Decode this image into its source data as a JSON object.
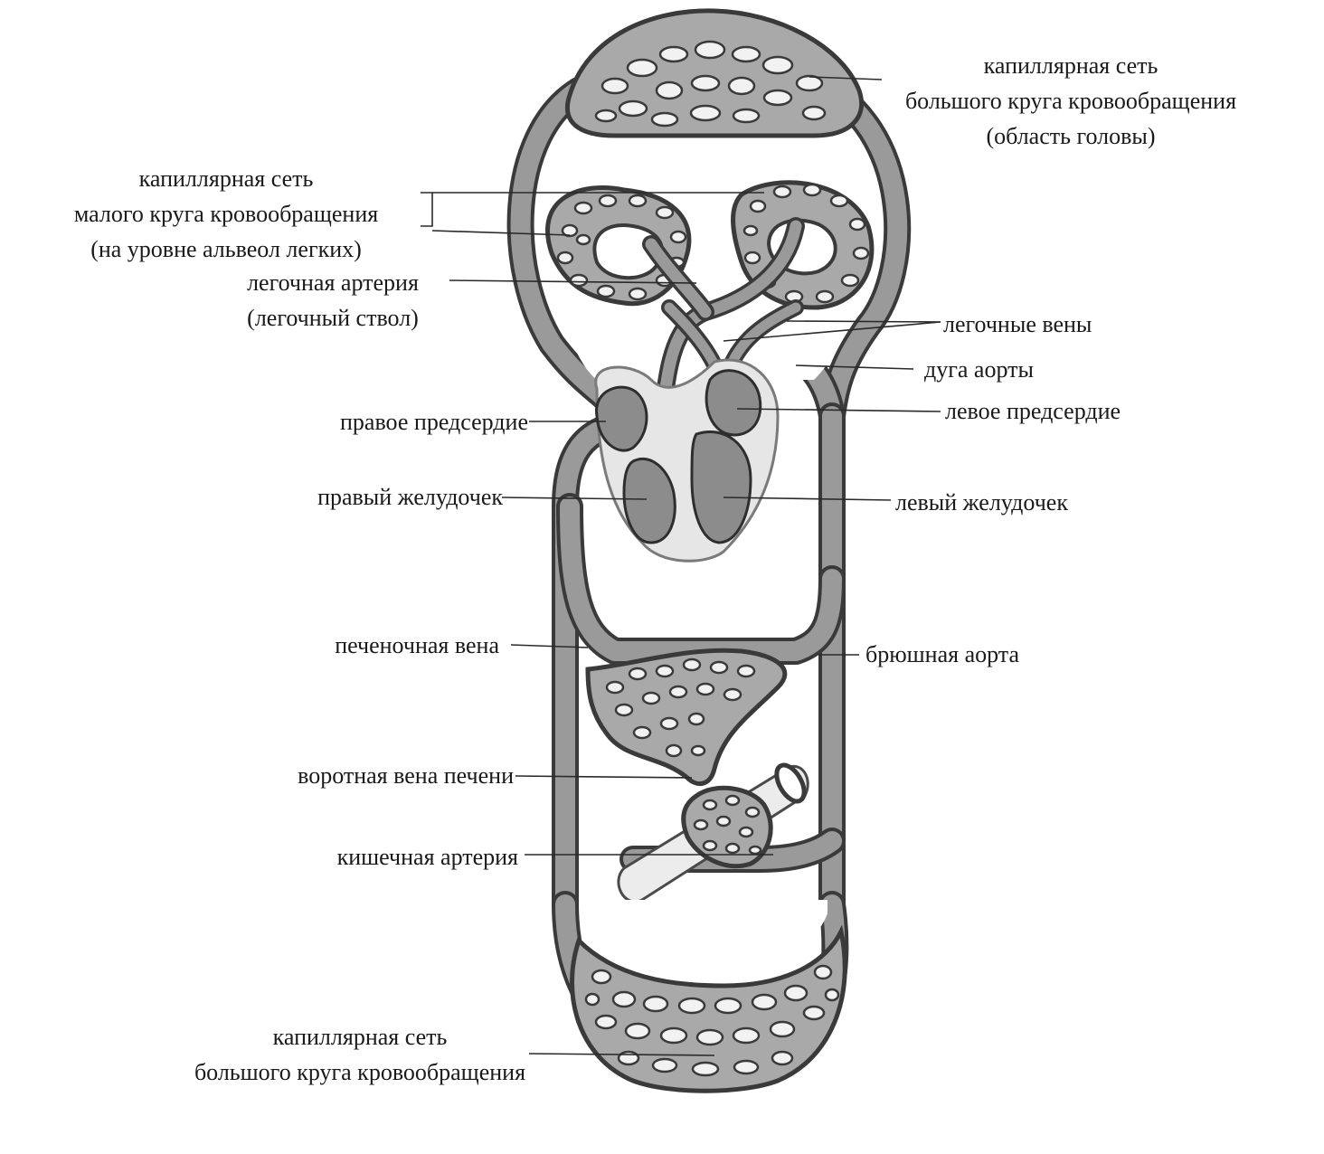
{
  "labels": {
    "head_net": [
      "капиллярная сеть",
      "большого круга кровообращения",
      "(область головы)"
    ],
    "lung_net": [
      "капиллярная сеть",
      "малого круга кровообращения",
      "(на уровне альвеол легких)"
    ],
    "pulmonary_artery": [
      "легочная артерия",
      "(легочный ствол)"
    ],
    "pulmonary_veins": "легочные вены",
    "aortic_arch": "дуга аорты",
    "right_atrium": "правое предсердие",
    "left_atrium": "левое предсердие",
    "right_ventricle": "правый желудочек",
    "left_ventricle": "левый желудочек",
    "hepatic_vein": "печеночная вена",
    "abdominal_aorta": "брюшная аорта",
    "portal_vein": "воротная вена печени",
    "intestinal_artery": "кишечная артерия",
    "body_net": [
      "капиллярная сеть",
      "большого круга кровообращения"
    ]
  },
  "colors": {
    "vessel": "#3a3a3a",
    "vessel_fill": "#9a9a9a",
    "capillary": "#a9a9a9",
    "chamber": "#8c8c8c",
    "text": "#1a1a1a"
  }
}
